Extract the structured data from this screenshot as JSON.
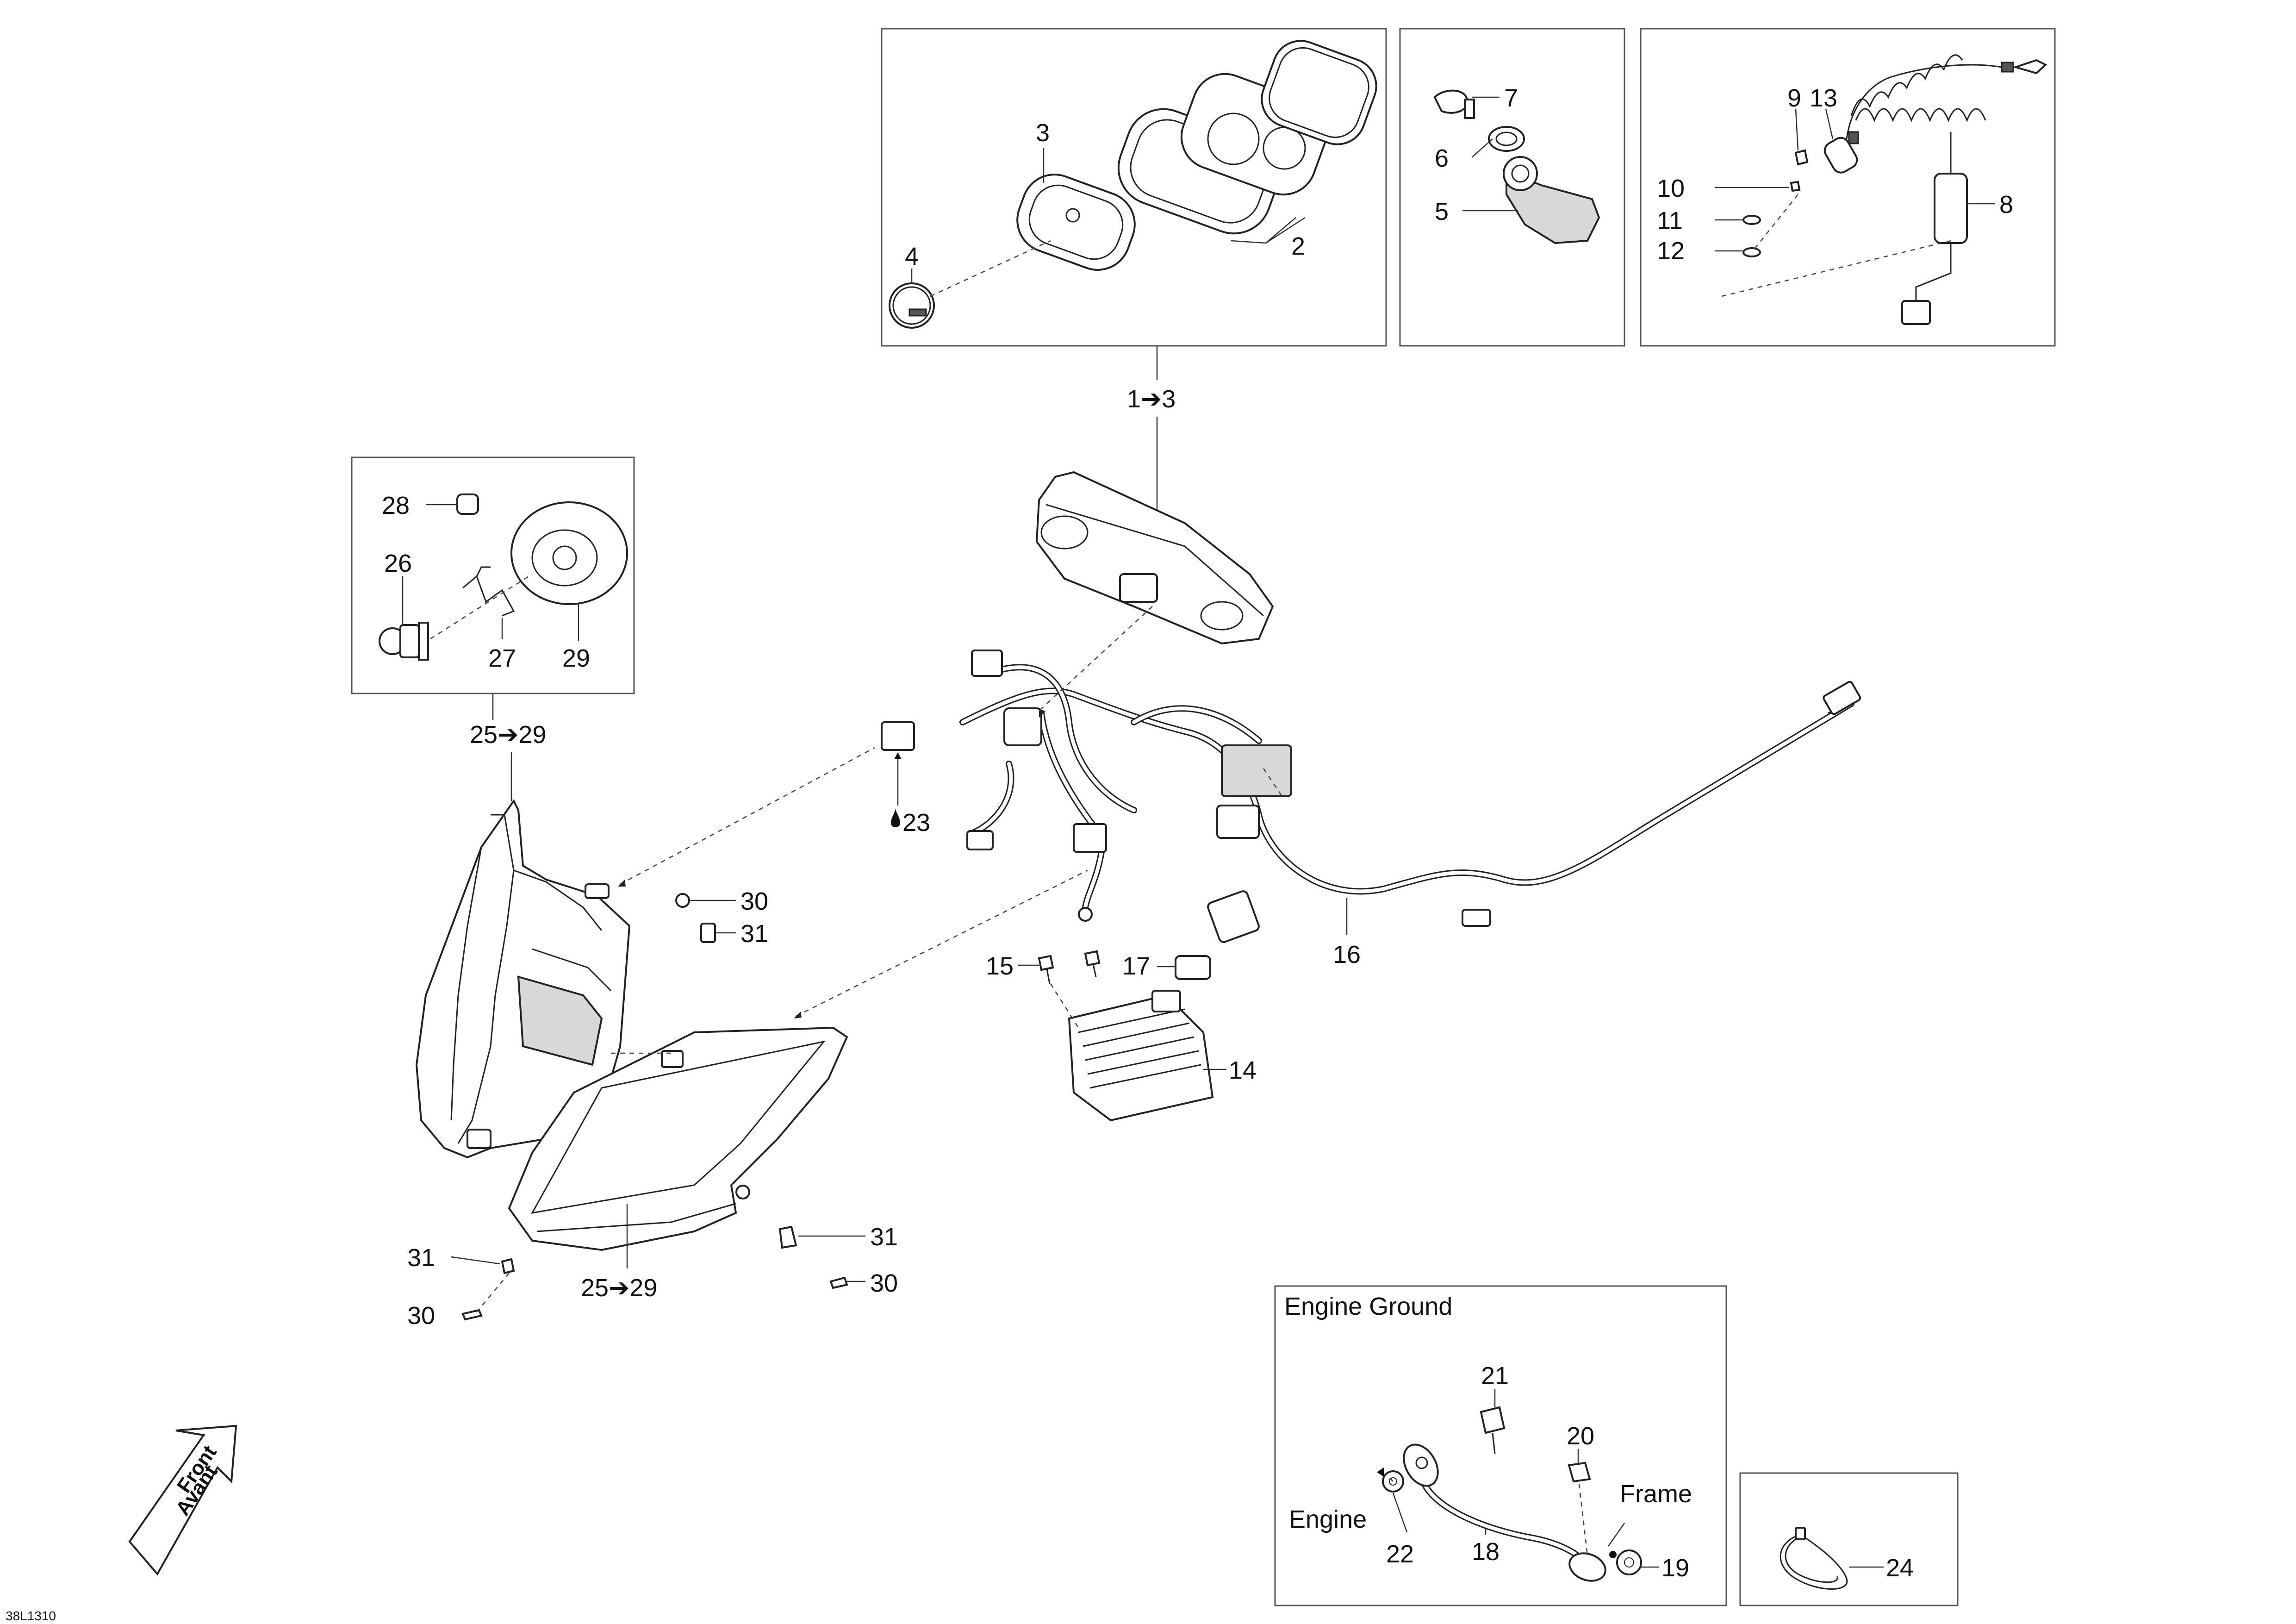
{
  "callouts": {
    "c1to3": "1➔3",
    "c2": "2",
    "c3": "3",
    "c4": "4",
    "c5": "5",
    "c6": "6",
    "c7": "7",
    "c8": "8",
    "c9": "9",
    "c10": "10",
    "c11": "11",
    "c12": "12",
    "c13": "13",
    "c14": "14",
    "c15": "15",
    "c16": "16",
    "c17": "17",
    "c18": "18",
    "c19": "19",
    "c20": "20",
    "c21": "21",
    "c22": "22",
    "c23": "23",
    "c24": "24",
    "c25to29a": "25➔29",
    "c25to29b": "25➔29",
    "c26": "26",
    "c27": "27",
    "c28": "28",
    "c29": "29",
    "c30a": "30",
    "c30b": "30",
    "c30c": "30",
    "c31a": "31",
    "c31b": "31",
    "c31c": "31"
  },
  "engine_ground": {
    "title": "Engine Ground",
    "engine_label": "Engine",
    "frame_label": "Frame"
  },
  "front_arrow": {
    "line1": "Front",
    "line2": "Avant"
  },
  "drawing_code": "38L1310"
}
